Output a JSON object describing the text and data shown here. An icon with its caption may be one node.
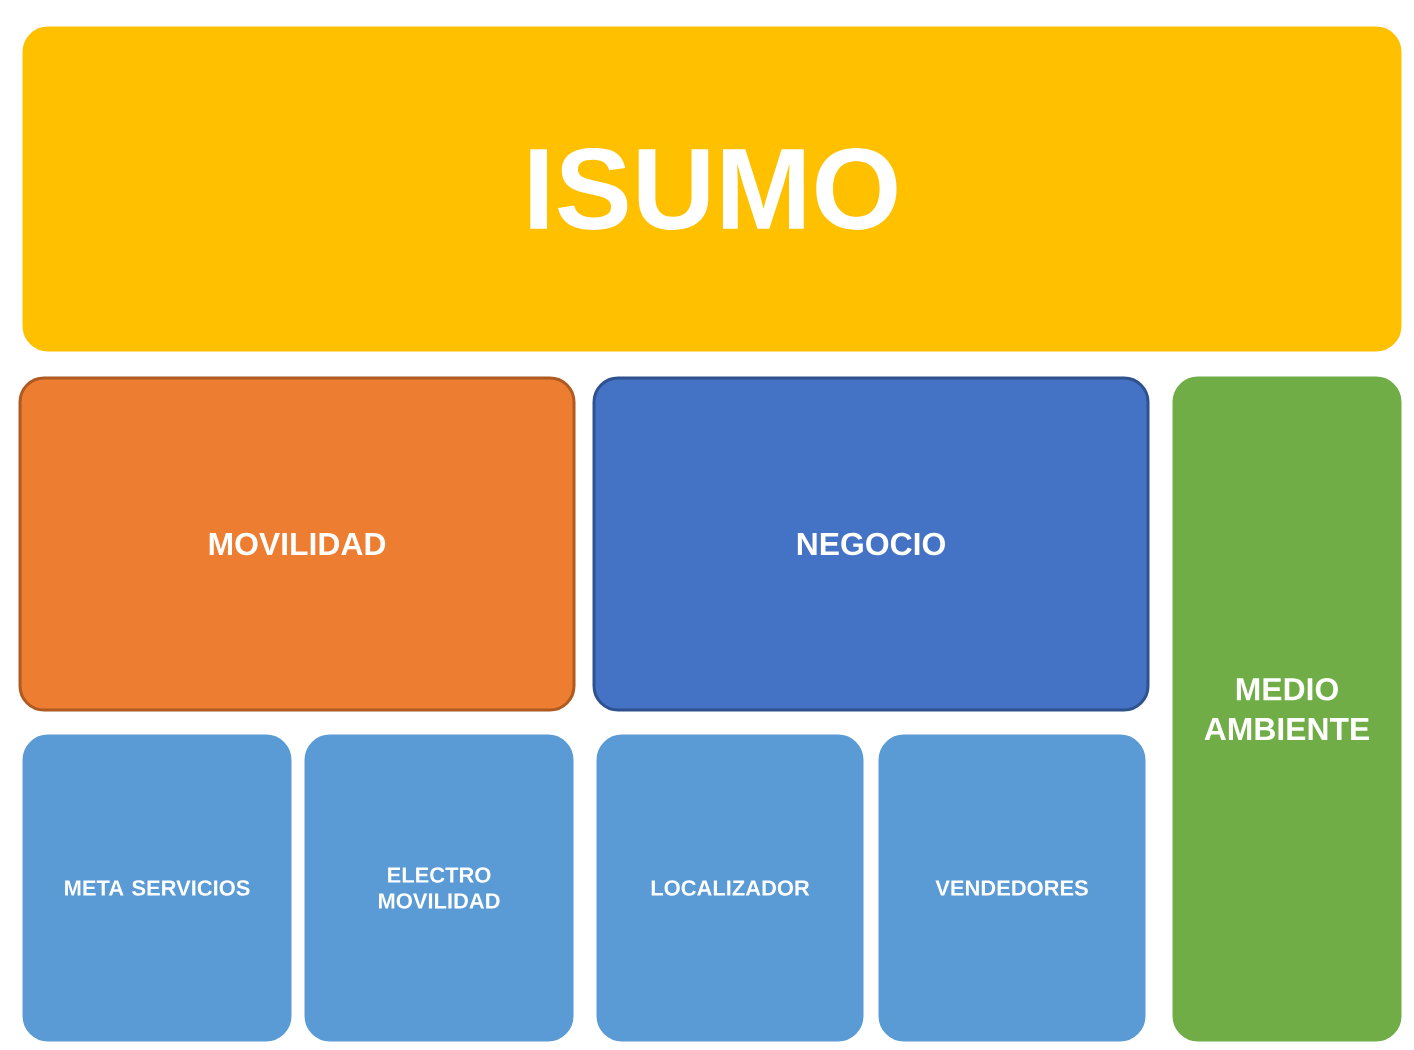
{
  "diagram": {
    "nodes": [
      {
        "text": [
          "ISUMO"
        ]
      },
      {
        "text": [
          "MOVILIDAD"
        ]
      },
      {
        "text": [
          "NEGOCIO"
        ]
      },
      {
        "text": [
          "MEDIO AMBIENTE"
        ]
      },
      {
        "text": [
          "META SERVICIOS"
        ]
      },
      {
        "text": [
          "ELECTRO MOVILIDAD"
        ]
      },
      {
        "text": [
          "LOCALIZADOR"
        ]
      },
      {
        "text": [
          "VENDEDORES"
        ]
      }
    ]
  }
}
